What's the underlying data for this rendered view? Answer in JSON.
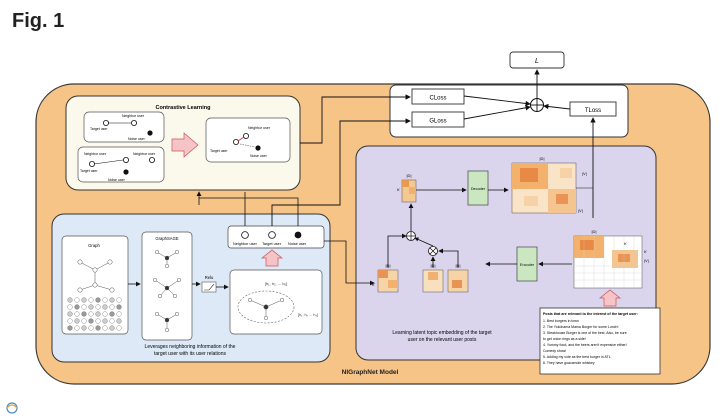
{
  "figure_label": "Fig. 1",
  "model_title": "NIGraphNet Model",
  "loss": {
    "total": "L",
    "c_loss": "CLoss",
    "g_loss": "GLoss",
    "t_loss": "TLoss"
  },
  "contrastive": {
    "title": "Contrastive Learning",
    "neighbor_user": "Neighbor user",
    "target_user": "Target user",
    "noise_user": "Noise user"
  },
  "graph_panel": {
    "graph_label": "Graph",
    "graphsage_label": "GraphSAGE",
    "relu_label": "Relu",
    "caption_line1": "Leverages neighboring information of the",
    "caption_line2": "target user with its user relations",
    "legend_neighbor": "Neighbor user",
    "legend_target": "Target user",
    "legend_noise": "Noise user"
  },
  "topic_panel": {
    "decoder": "Decoder",
    "encoder": "Encoder",
    "dim_d": "|D|",
    "dim_v": "|V|",
    "dim_k": "K",
    "caption_line1": "Learning latent topic embedding of the target",
    "caption_line2": "user on the relevant user posts"
  },
  "posts": {
    "title": "Posts that are relevant to the interest of the target user:",
    "items": [
      "1. Best burgers in town",
      "2. The Yokohama Mama Burger for some Lunch!",
      "3. Steakhouse Burger is one of the best. Also, be sure",
      "to get onion rings as a side!",
      "4. Yummy food, and the beers aren't expensive either!",
      "Comedy show!",
      "5. Adding my vote as the best burger in ATL",
      "6. They have guacamole whiskey"
    ]
  }
}
